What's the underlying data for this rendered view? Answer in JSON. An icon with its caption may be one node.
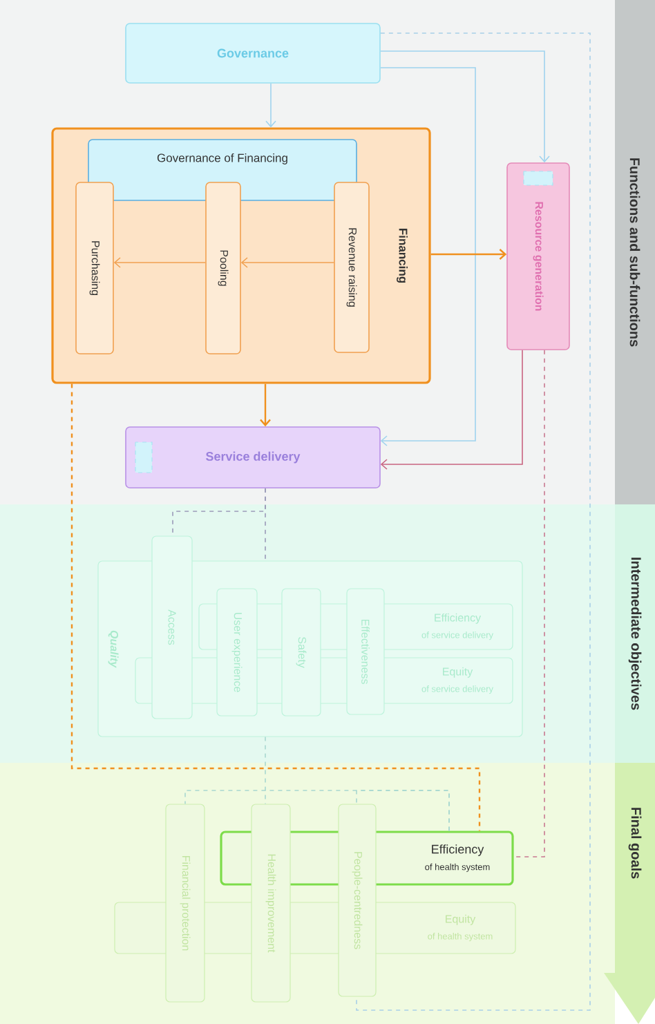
{
  "diagram": {
    "nodes": [
      {
        "text": [
          "Governance"
        ]
      },
      {
        "text": [
          "Financing"
        ]
      },
      {
        "text": [
          "Governance of Financing"
        ],
        "in": 1
      },
      {
        "text": [
          "Purchasing"
        ],
        "in": 1
      },
      {
        "text": [
          "Pooling"
        ],
        "in": 1
      },
      {
        "text": [
          "Revenue raising"
        ],
        "in": 1
      },
      {
        "text": [
          "Resource generation"
        ]
      },
      {
        "text": [
          "Service delivery"
        ]
      },
      {
        "text": [
          "Quality"
        ]
      },
      {
        "text": [
          "Access"
        ]
      },
      {
        "text": [
          "User experience"
        ],
        "in": 8
      },
      {
        "text": [
          "Safety"
        ],
        "in": 8
      },
      {
        "text": [
          "Effectiveness"
        ],
        "in": 8
      },
      {
        "text": [
          "Efficiency",
          "of service delivery"
        ],
        "in": 8
      },
      {
        "text": [
          "Equity",
          "of service delivery"
        ],
        "in": 8
      },
      {
        "text": [
          "Financial protection"
        ]
      },
      {
        "text": [
          "Health improvement"
        ]
      },
      {
        "text": [
          "People-centredness"
        ]
      },
      {
        "text": [
          "Efficiency",
          "of health system"
        ]
      },
      {
        "text": [
          "Equity",
          "of health system"
        ]
      },
      {
        "text": [
          "Functions and sub-functions"
        ]
      },
      {
        "text": [
          "Intermediate objectives"
        ]
      },
      {
        "text": [
          "Final goals"
        ]
      }
    ],
    "edges": [
      {
        "from": 0,
        "to": 1,
        "arrow": "to",
        "color": "#9fd3ee"
      },
      {
        "from": 0,
        "to": 6,
        "arrow": "to",
        "color": "#9fd3ee"
      },
      {
        "from": 0,
        "to": 7,
        "arrow": "to",
        "color": "#9fd3ee"
      },
      {
        "from": 0,
        "to": 17,
        "arrow": "none",
        "style": "dashed",
        "color": "#a8cfe8"
      },
      {
        "from": 5,
        "to": 4,
        "arrow": "to",
        "color": "#f0a050"
      },
      {
        "from": 4,
        "to": 3,
        "arrow": "to",
        "color": "#f0a050"
      },
      {
        "from": 1,
        "to": 6,
        "arrow": "to",
        "color": "#f0901e"
      },
      {
        "from": 1,
        "to": 7,
        "arrow": "to",
        "color": "#f0901e"
      },
      {
        "from": 6,
        "to": 7,
        "arrow": "to",
        "color": "#c86480"
      },
      {
        "from": 6,
        "to": 18,
        "arrow": "none",
        "style": "dashed",
        "color": "#c87890"
      },
      {
        "from": 1,
        "to": 18,
        "arrow": "none",
        "style": "dashed",
        "color": "#f0901e"
      },
      {
        "from": 7,
        "to": 9,
        "arrow": "none",
        "style": "dashed",
        "color": "#9a9ab8"
      },
      {
        "from": 7,
        "to": 8,
        "arrow": "none",
        "style": "dashed",
        "color": "#9a9ab8"
      },
      {
        "from": 8,
        "to": 16,
        "arrow": "none",
        "style": "dashed",
        "color": "#a8d8d0"
      },
      {
        "from": 18,
        "to": 15,
        "arrow": "none",
        "style": "dashed",
        "color": "#a8d8d0"
      },
      {
        "from": 18,
        "to": 17,
        "arrow": "none",
        "style": "dashed",
        "color": "#a8d8d0"
      }
    ]
  }
}
